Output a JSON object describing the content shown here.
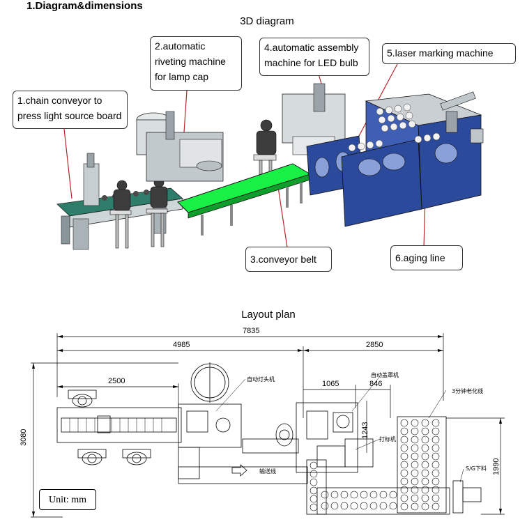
{
  "heading": "1.Diagram&dimensions",
  "diagram3d": {
    "title": "3D diagram",
    "callouts": [
      {
        "text": "1.chain conveyor to press light source board"
      },
      {
        "text": "2.automatic riveting machine for lamp cap"
      },
      {
        "text": "3.conveyor belt"
      },
      {
        "text": "4.automatic assembly machine for LED bulb"
      },
      {
        "text": "5.laser marking machine"
      },
      {
        "text": "6.aging line"
      }
    ]
  },
  "layout": {
    "title": "Layout plan",
    "unit_label": "Unit: mm",
    "dimensions": {
      "total_width": "7835",
      "left_width": "4985",
      "right_width": "2850",
      "chain_length": "2500",
      "mid_a": "1065",
      "mid_b": "846",
      "height_total": "3080",
      "height_mid": "1243",
      "height_right": "1990"
    },
    "labels": {
      "lamp_cap_machine": "自动灯头机",
      "cover_machine": "自动盖罩机",
      "aging_line": "3分钟老化线",
      "marking_machine": "打标机",
      "conveyor_line": "输送线",
      "unload": "S/G下料"
    }
  },
  "colors": {
    "belt": "#19f046",
    "cabinet": "#2c4a9c",
    "table": "#2e7d6b",
    "callout_line": "#b5262a"
  }
}
